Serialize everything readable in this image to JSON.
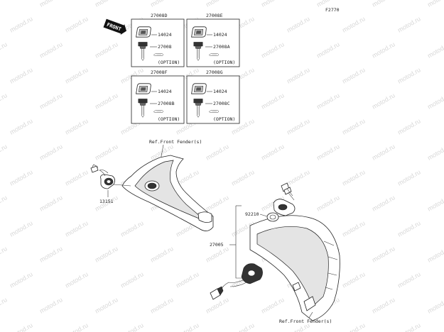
{
  "figure_code": "F2770",
  "front_badge": "FRONT",
  "watermark": "motod.ru",
  "kits": [
    {
      "code": "27008D",
      "key_label": "14024",
      "lock_label": "27008",
      "option_text": "(OPTION)"
    },
    {
      "code": "27008E",
      "key_label": "14024",
      "lock_label": "27008A",
      "option_text": "(OPTION)"
    },
    {
      "code": "27008F",
      "key_label": "14024",
      "lock_label": "27008B",
      "option_text": "(OPTION)"
    },
    {
      "code": "27008G",
      "key_label": "14024",
      "lock_label": "27008C",
      "option_text": "(OPTION)"
    }
  ],
  "parts": {
    "ref_front_fender_top": "Ref.Front Fender(s)",
    "ref_front_fender_bottom": "Ref.Front Fender(s)",
    "switch_13151": "13151",
    "seal_92210": "92210",
    "ignition_27005": "27005"
  }
}
